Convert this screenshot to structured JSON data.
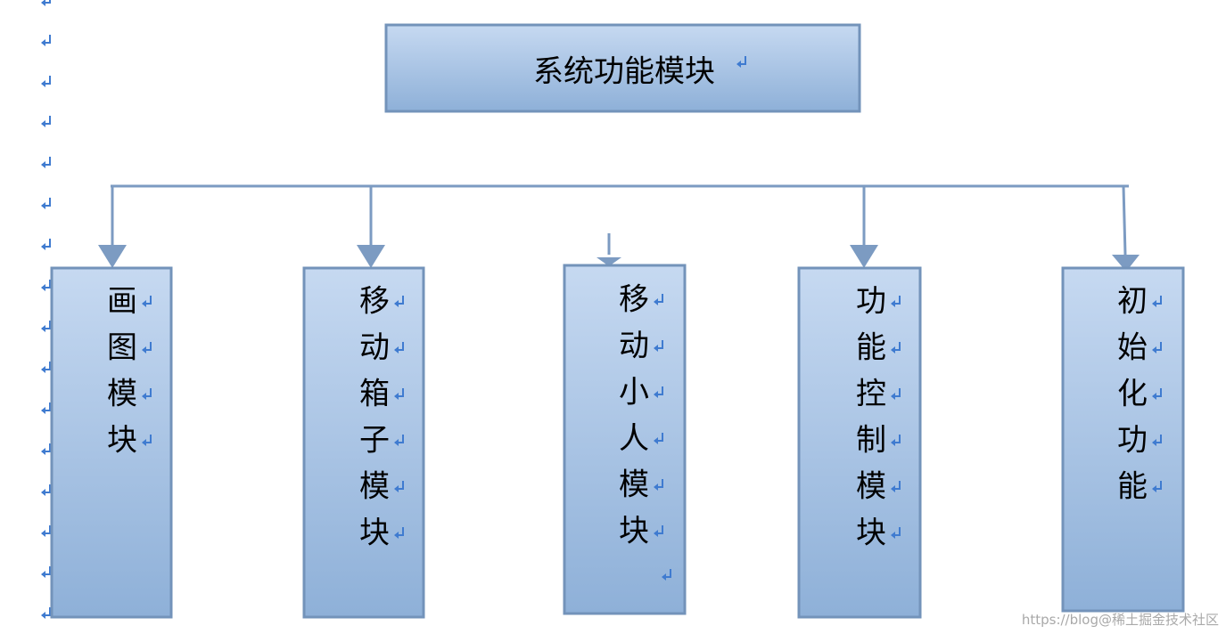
{
  "title": "系统功能模块",
  "modules": [
    {
      "label": "画图模块"
    },
    {
      "label": "移动箱子模块"
    },
    {
      "label": "移动小人模块"
    },
    {
      "label": "功能控制模块"
    },
    {
      "label": "初始化功能"
    }
  ],
  "colors": {
    "box_fill_top": "#c6d9f1",
    "box_fill_bottom": "#8eb0d8",
    "box_border": "#7393ba",
    "connector": "#7c9bc2",
    "paragraph_mark": "#3f7bd0"
  },
  "watermark": "https://blog@稀土掘金技术社区"
}
